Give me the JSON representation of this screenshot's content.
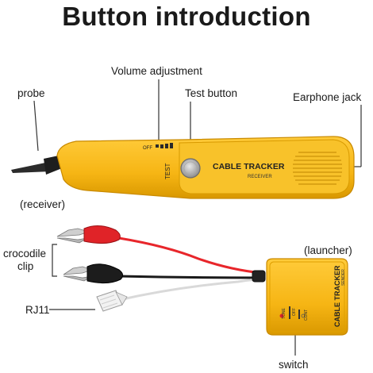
{
  "title": "Button introduction",
  "labels": {
    "volume": "Volume adjustment",
    "probe": "probe",
    "test_button": "Test button",
    "earphone_jack": "Earphone jack",
    "receiver": "(receiver)",
    "crocodile_clip_line1": "crocodile",
    "crocodile_clip_line2": "clip",
    "rj11": "RJ11",
    "launcher": "(launcher)",
    "switch": "switch"
  },
  "receiver_device": {
    "brand_line1": "CABLE TRACKER",
    "brand_line2": "RECEIVER",
    "test_text": "TEST",
    "off_text": "OFF"
  },
  "sender_device": {
    "brand_line1": "CABLE TRACKER",
    "brand_line2": "SENDER",
    "mode_tone": "TONE",
    "mode_off": "OFF",
    "mode_cont": "CONT"
  },
  "colors": {
    "device_yellow": "#f6b514",
    "device_outline": "#c98a00",
    "wire_red": "#e8262b",
    "wire_black": "#1a1a1a",
    "leader_line": "#333333"
  }
}
